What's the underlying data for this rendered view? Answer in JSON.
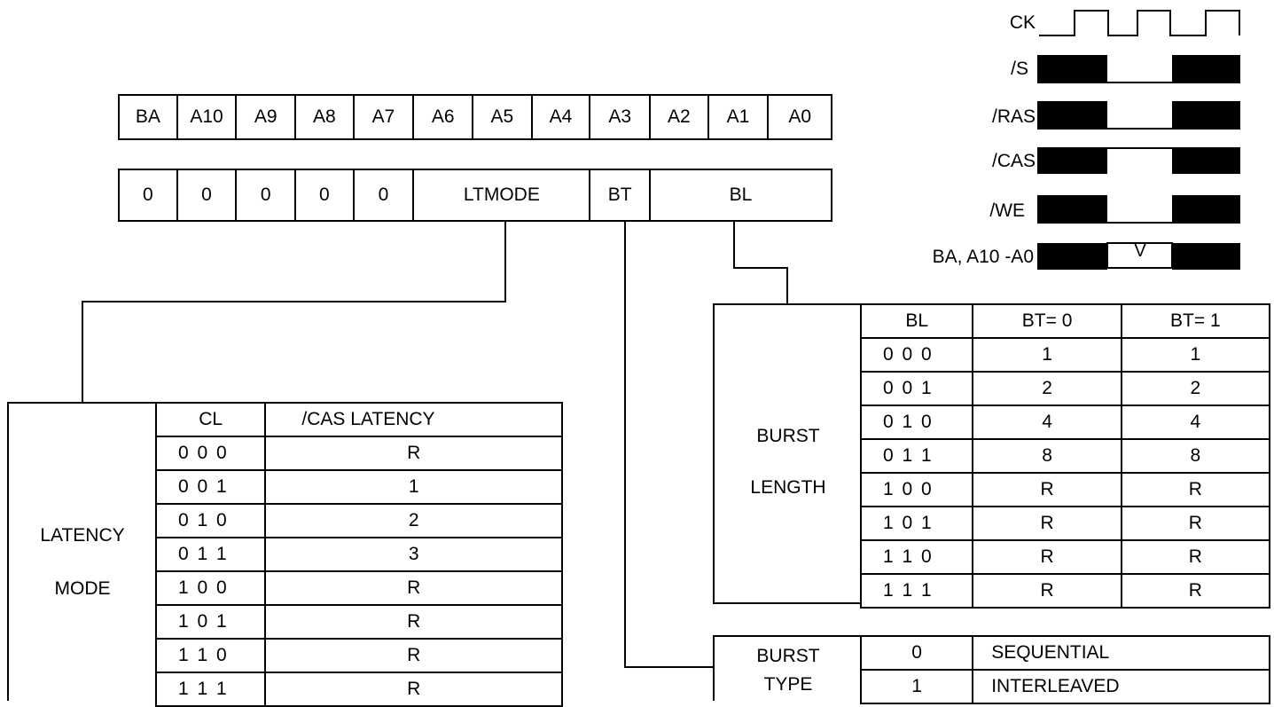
{
  "address_bits": [
    "BA",
    "A10",
    "A9",
    "A8",
    "A7",
    "A6",
    "A5",
    "A4",
    "A3",
    "A2",
    "A1",
    "A0"
  ],
  "mode_fields": {
    "zeros": [
      "0",
      "0",
      "0",
      "0",
      "0"
    ],
    "ltmode": "LTMODE",
    "bt": "BT",
    "bl": "BL"
  },
  "timing": {
    "signals": {
      "ck": "CK",
      "s": "/S",
      "ras": "/RAS",
      "cas": "/CAS",
      "we": "/WE",
      "addr": "BA, A10 -A0"
    },
    "valid_label": "V"
  },
  "latency_table": {
    "label_line1": "LATENCY",
    "label_line2": "MODE",
    "col_cl": "CL",
    "col_latency": "/CAS LATENCY",
    "rows": [
      {
        "cl": "0 0 0",
        "latency": "R"
      },
      {
        "cl": "0 0 1",
        "latency": "1"
      },
      {
        "cl": "0 1 0",
        "latency": "2"
      },
      {
        "cl": "0 1 1",
        "latency": "3"
      },
      {
        "cl": "1 0 0",
        "latency": "R"
      },
      {
        "cl": "1 0 1",
        "latency": "R"
      },
      {
        "cl": "1 1 0",
        "latency": "R"
      },
      {
        "cl": "1 1 1",
        "latency": "R"
      }
    ]
  },
  "burst_length_table": {
    "label_line1": "BURST",
    "label_line2": "LENGTH",
    "col_bl": "BL",
    "col_bt0": "BT= 0",
    "col_bt1": "BT= 1",
    "rows": [
      {
        "bl": "0 0 0",
        "bt0": "1",
        "bt1": "1"
      },
      {
        "bl": "0 0 1",
        "bt0": "2",
        "bt1": "2"
      },
      {
        "bl": "0 1 0",
        "bt0": "4",
        "bt1": "4"
      },
      {
        "bl": "0 1 1",
        "bt0": "8",
        "bt1": "8"
      },
      {
        "bl": "1 0 0",
        "bt0": "R",
        "bt1": "R"
      },
      {
        "bl": "1 0 1",
        "bt0": "R",
        "bt1": "R"
      },
      {
        "bl": "1 1 0",
        "bt0": "R",
        "bt1": "R"
      },
      {
        "bl": "1 1 1",
        "bt0": "R",
        "bt1": "R"
      }
    ]
  },
  "burst_type_table": {
    "label_line1": "BURST",
    "label_line2": "TYPE",
    "rows": [
      {
        "bit": "0",
        "type": "SEQUENTIAL"
      },
      {
        "bit": "1",
        "type": "INTERLEAVED"
      }
    ]
  }
}
